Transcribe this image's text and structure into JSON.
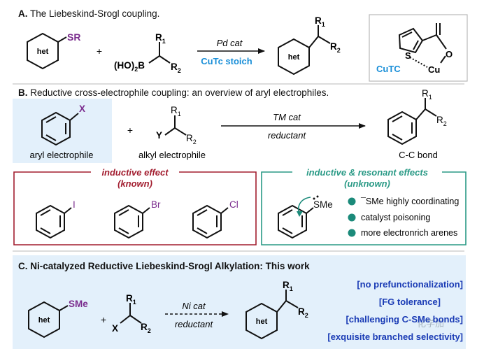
{
  "section_a": {
    "letter": "A.",
    "title": "The Liebeskind-Srogl coupling.",
    "substrate_group": "SR",
    "ring_label": "het",
    "plus": "+",
    "boronic_prefix": "(HO)",
    "boronic_sub": "2",
    "boronic_atom": "B",
    "r1": "R",
    "r1_sub": "1",
    "r2": "R",
    "r2_sub": "2",
    "arrow_top": "Pd cat",
    "arrow_bottom": "CuTc stoich",
    "cutc_label": "CuTC",
    "cutc_s": "S",
    "cutc_o": "O",
    "cutc_cu": "Cu"
  },
  "section_b": {
    "letter": "B.",
    "title": "Reductive cross-electrophile coupling: an overview of aryl electrophiles.",
    "x_atom": "X",
    "y_atom": "Y",
    "aryl_label": "aryl electrophile",
    "alkyl_label": "alkyl electrophile",
    "arrow_top": "TM cat",
    "arrow_bottom": "reductant",
    "product_label": "C-C bond",
    "left_box_title": "inductive effect",
    "left_box_sub": "(known)",
    "halogens": [
      "I",
      "Br",
      "Cl"
    ],
    "right_box_title": "inductive & resonant effects",
    "right_box_sub": "(unknown)",
    "sme": "SMe",
    "bullets": [
      "¯SMe highly coordinating",
      "catalyst poisoning",
      "more electronrich arenes"
    ]
  },
  "section_c": {
    "letter": "C.",
    "title": "Ni-catalyzed Reductive Liebeskind-Srogl Alkylation: This work",
    "sme": "SMe",
    "x_atom": "X",
    "arrow_top": "Ni cat",
    "arrow_bottom": "reductant",
    "claims": [
      "[no prefunctionalization]",
      "[FG tolerance]",
      "[challenging C-SMe bonds]",
      "[exquisite branched selectivity]"
    ],
    "watermark": "化学加"
  },
  "colors": {
    "purple": "#7b2d8e",
    "blue_text": "#1a8fd8",
    "claim_blue": "#1a3bb5",
    "red_box": "#a21d2f",
    "teal_box": "#2a9a86",
    "teal_dot": "#1b8a7a",
    "panel_blue": "#e3f0fb"
  }
}
